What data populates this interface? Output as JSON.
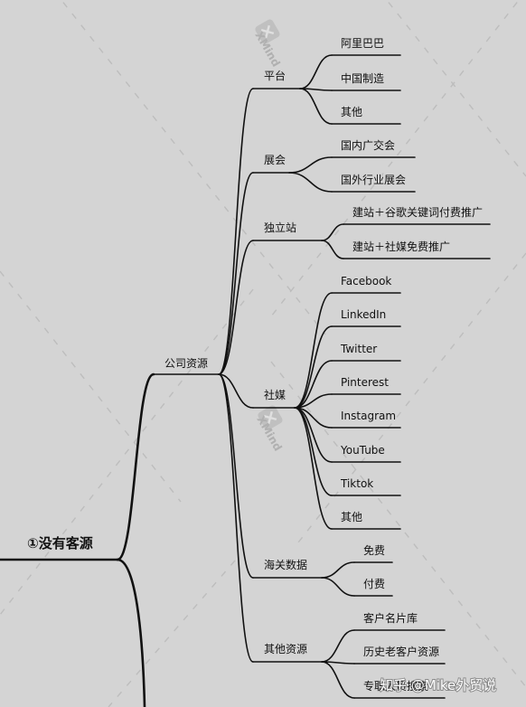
{
  "root": {
    "label": "①没有客源"
  },
  "level1": {
    "label": "公司资源"
  },
  "groups": [
    {
      "label": "平台",
      "children": [
        "阿里巴巴",
        "中国制造",
        "其他"
      ]
    },
    {
      "label": "展会",
      "children": [
        "国内广交会",
        "国外行业展会"
      ]
    },
    {
      "label": "独立站",
      "children": [
        "建站＋谷歌关键词付费推广",
        "建站＋社媒免费推广"
      ]
    },
    {
      "label": "社媒",
      "children": [
        "Facebook",
        "LinkedIn",
        "Twitter",
        "Pinterest",
        "Instagram",
        "YouTube",
        "Tiktok",
        "其他"
      ]
    },
    {
      "label": "海关数据",
      "children": [
        "免费",
        "付费"
      ]
    },
    {
      "label": "其他资源",
      "children": [
        "客户名片库",
        "历史老客户资源",
        "专职人员搜索"
      ]
    }
  ],
  "watermark": {
    "brand": "XMind",
    "icon": "xmind-logo-icon"
  },
  "credit": {
    "text": "知乎 @Mike外贸说"
  },
  "colors": {
    "background": "#d4d4d4",
    "line": "#111111",
    "watermark": "#bdbdbd"
  }
}
